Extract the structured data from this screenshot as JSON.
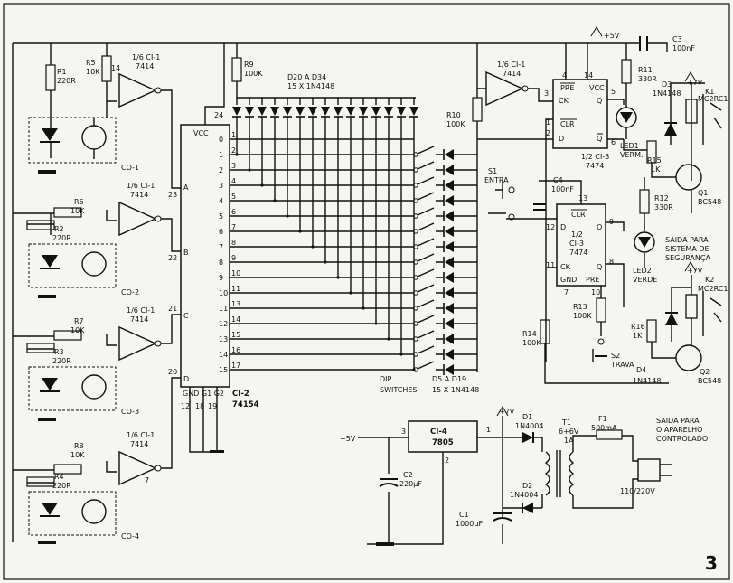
{
  "figure_number": "3",
  "power": {
    "vcc5": "+5V",
    "vcc7": "+7V",
    "mains": "110/220V"
  },
  "sensors": [
    {
      "gate": "1/6 CI-1",
      "chip": "7414",
      "pin_in": "14",
      "pin_out": "23",
      "pin_label": "A",
      "resistor_pull": "R5",
      "pull_value": "10K",
      "resistor_led": "R1",
      "led_value": "220R",
      "coupler": "CO-1"
    },
    {
      "gate": "1/6 CI-1",
      "chip": "7414",
      "pin_out": "22",
      "pin_label": "B",
      "resistor_pull": "R6",
      "pull_value": "10K",
      "resistor_led": "R2",
      "led_value": "220R",
      "coupler": "CO-2"
    },
    {
      "gate": "1/6 CI-1",
      "chip": "7414",
      "pin_out": "21",
      "pin_label": "C",
      "resistor_pull": "R7",
      "pull_value": "10K",
      "resistor_led": "R3",
      "led_value": "220R",
      "coupler": "CO-3"
    },
    {
      "gate": "1/6 CI-1",
      "chip": "7414",
      "pin_out": "20",
      "pin_label": "D",
      "pin_in": "7",
      "resistor_pull": "R8",
      "pull_value": "10K",
      "resistor_led": "R4",
      "led_value": "220R",
      "coupler": "CO-4"
    }
  ],
  "decoder": {
    "name": "CI-2",
    "part": "74154",
    "vcc_label": "VCC",
    "vcc_pin": "24",
    "gnd_label": "GND G1 G2",
    "bottom_pins": [
      "12",
      "18",
      "19"
    ],
    "outputs": [
      "0",
      "1",
      "2",
      "3",
      "4",
      "5",
      "6",
      "7",
      "8",
      "9",
      "10",
      "11",
      "12",
      "13",
      "14",
      "15"
    ],
    "output_pins": [
      "1",
      "2",
      "3",
      "4",
      "5",
      "6",
      "7",
      "8",
      "9",
      "10",
      "11",
      "13",
      "14",
      "15",
      "16",
      "17"
    ]
  },
  "diode_banks": {
    "top": "D20 A D34",
    "top_sub": "15 X 1N4148",
    "bottom": "D5 A D19",
    "bottom_sub": "15 X 1N4148",
    "r9": "R9",
    "r9_value": "100K",
    "r10": "R10",
    "r10_value": "100K",
    "dip": "DIP",
    "dip2": "SWITCHES"
  },
  "schmitt_top": {
    "gate": "1/6 CI-1",
    "chip": "7414",
    "pin": "3"
  },
  "flipflop1": {
    "title": "1/2 CI-3",
    "part": "7474",
    "pins": {
      "pre": "4",
      "vcc": "14",
      "q": "5",
      "clk": "3",
      "d": "2",
      "qn": "6",
      "clr": "1"
    },
    "pre": "PRE",
    "vcc": "VCC",
    "ck": "CK",
    "clr": "CLR",
    "d": "D",
    "q": "Q",
    "qbar": "Q"
  },
  "flipflop2": {
    "title": "1/2",
    "line2": "CI-3",
    "part": "7474",
    "pins": {
      "clr": "13",
      "d": "12",
      "q": "9",
      "ck": "11",
      "qn": "8",
      "gnd": "7",
      "pre": "10"
    },
    "clr": "CLR",
    "d": "D",
    "q": "Q",
    "ck": "CK",
    "gnd": "GND",
    "pre": "PRE",
    "qbar": "Q"
  },
  "parts": {
    "c3": "C3",
    "c3v": "100nF",
    "r11": "R11",
    "r11v": "330R",
    "led1": "LED1",
    "led1v": "VERM.",
    "d3": "D3",
    "d3v": "1N4148",
    "k1": "K1",
    "k1v": "MC2RC1",
    "r15": "R15",
    "r15v": "1K",
    "q1": "Q1",
    "q1v": "BC548",
    "s1": "S1",
    "s1v": "ENTRA",
    "c4": "C4",
    "c4v": "100nF",
    "r12": "R12",
    "r12v": "330R",
    "led2": "LED2",
    "led2v": "VERDE",
    "out1": [
      "SAIDA PARA",
      "SISTEMA DE",
      "SEGURANÇA"
    ],
    "k2": "K2",
    "k2v": "MC2RC1",
    "r14": "R14",
    "r14v": "100K",
    "r13": "R13",
    "r13v": "100K",
    "r16": "R16",
    "r16v": "1K",
    "s2": "S2",
    "s2v": "TRAVA",
    "d4": "D4",
    "d4v": "1N4148",
    "q2": "Q2",
    "q2v": "BC548",
    "out2": [
      "SAIDA PARA",
      "O APARELHO",
      "CONTROLADO"
    ]
  },
  "supply": {
    "reg": "CI-4",
    "regv": "7805",
    "pin1": "1",
    "pin2": "2",
    "pin3": "3",
    "c2": "C2",
    "c2v": "220µF",
    "c1": "C1",
    "c1v": "1000µF",
    "d1": "D1",
    "d1v": "1N4004",
    "d2": "D2",
    "d2v": "1N4004",
    "t1": "T1",
    "t1v": "6+6V",
    "t1a": "1A",
    "f1": "F1",
    "f1v": "500mA"
  }
}
